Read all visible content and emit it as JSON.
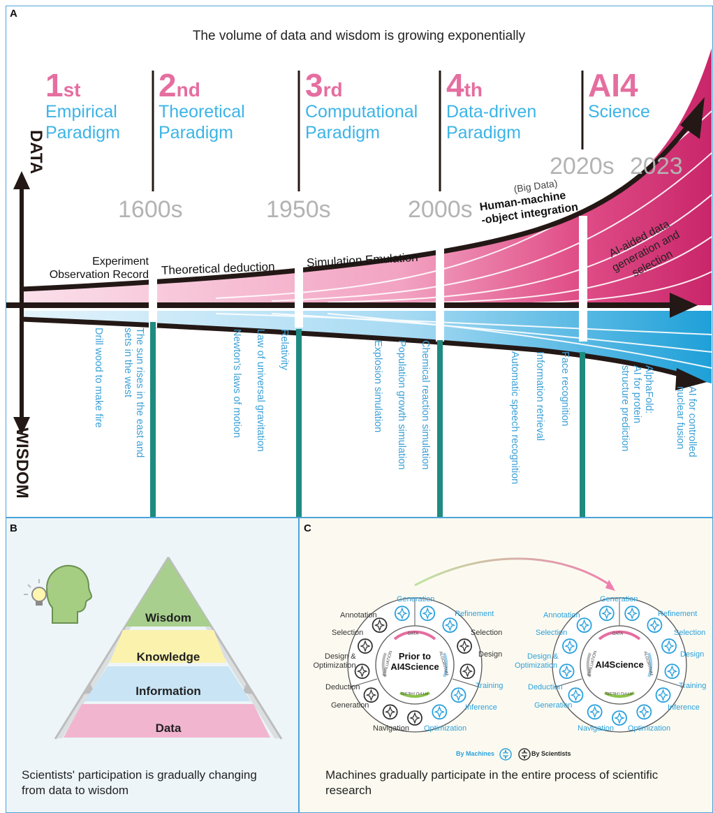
{
  "panel_a": {
    "label": "A",
    "headline": "The volume of data and wisdom is growing exponentially",
    "axis_data": "DATA",
    "axis_wisdom": "WISDOM",
    "paradigms": [
      {
        "num": "1",
        "suffix": "st",
        "line1": "Empirical",
        "line2": "Paradigm"
      },
      {
        "num": "2",
        "suffix": "nd",
        "line1": "Theoretical",
        "line2": "Paradigm"
      },
      {
        "num": "3",
        "suffix": "rd",
        "line1": "Computational",
        "line2": "Paradigm"
      },
      {
        "num": "4",
        "suffix": "th",
        "line1": "Data-driven",
        "line2": "Paradigm"
      },
      {
        "num": "AI4",
        "suffix": "",
        "line1": "Science",
        "line2": ""
      }
    ],
    "years": [
      "1600s",
      "1950s",
      "2000s",
      "2020s",
      "2023"
    ],
    "stages": {
      "s1_line1": "Experiment",
      "s1_line2": "Observation Record",
      "s2": "Theoretical deduction",
      "s3": "Simulation Emulation",
      "s4_note": "(Big Data)",
      "s4_line1": "Human-machine",
      "s4_line2": "-object integration",
      "s5_line1": "AI-aided data",
      "s5_line2": "generation and",
      "s5_line3": "selection"
    },
    "examples": {
      "e1": "Drill wood to make fire",
      "e2a": "The sun rises in the east and",
      "e2b": "sets in the west",
      "e3": "Newton's laws of motion",
      "e4": "Law of universal gravitation",
      "e5": "Relativity",
      "e6": "Explosion simulation",
      "e7": "Population growth simulation",
      "e8": "Chemical reaction simulation",
      "e9": "Automatic speech recognition",
      "e10": "Information retrieval",
      "e11": "Face recognition",
      "e12a": "AlphaFold:",
      "e12b": "AI for protein",
      "e12c": "structure prediction",
      "e13a": "AI for controlled",
      "e13b": "nuclear fusion"
    }
  },
  "panel_b": {
    "label": "B",
    "levels": [
      "Wisdom",
      "Knowledge",
      "Information",
      "Data"
    ],
    "caption_line1": "Scientists' participation is gradually changing",
    "caption_line2": "from data to wisdom"
  },
  "panel_c": {
    "label": "C",
    "left_center_line1": "Prior to",
    "left_center_line2": "AI4Science",
    "right_center": "AI4Science",
    "inner_ring": [
      "DATA",
      "ALGORITHM",
      "HYPOTHESIS",
      "EVALUATION"
    ],
    "labels": {
      "generation_top": "Generation",
      "refinement": "Refinement",
      "selection_r": "Selection",
      "design_r": "Design",
      "training": "Training",
      "inference": "Inference",
      "optimization": "Optimization",
      "navigation": "Navigation",
      "generation_l": "Generation",
      "deduction": "Deduction",
      "design_opt_1": "Design &",
      "design_opt_2": "Optimization",
      "selection_l": "Selection",
      "annotation": "Annotation"
    },
    "legend_machines": "By Machines",
    "legend_scientists": "By Scientists",
    "caption_line1": "Machines gradually participate in the entire process of scientific",
    "caption_line2": "research",
    "colors": {
      "machine": "#2aa0dc",
      "scientist": "#333333"
    }
  },
  "colors": {
    "pink": "#e56ea0",
    "blue": "#3cb4e6",
    "teal": "#1f8a80",
    "border": "#4aa3d8"
  }
}
